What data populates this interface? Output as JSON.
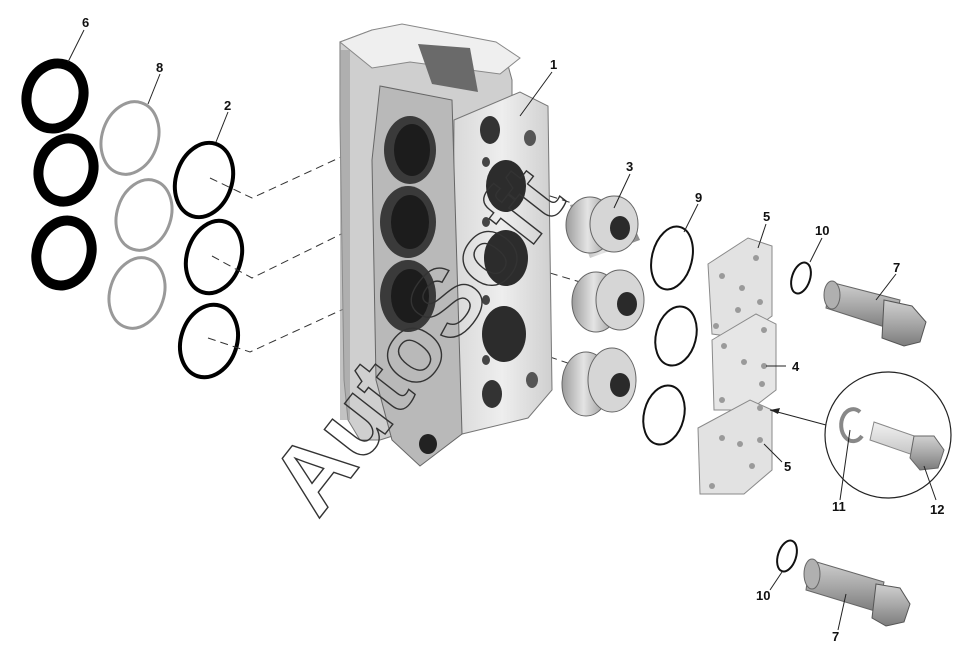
{
  "watermark": "AutoSoft",
  "callouts": [
    {
      "id": "c1",
      "label": "1"
    },
    {
      "id": "c2",
      "label": "2"
    },
    {
      "id": "c3",
      "label": "3"
    },
    {
      "id": "c4",
      "label": "4"
    },
    {
      "id": "c5a",
      "label": "5"
    },
    {
      "id": "c5b",
      "label": "5"
    },
    {
      "id": "c6",
      "label": "6"
    },
    {
      "id": "c7a",
      "label": "7"
    },
    {
      "id": "c7b",
      "label": "7"
    },
    {
      "id": "c8",
      "label": "8"
    },
    {
      "id": "c9",
      "label": "9"
    },
    {
      "id": "c10a",
      "label": "10"
    },
    {
      "id": "c10b",
      "label": "10"
    },
    {
      "id": "c11",
      "label": "11"
    },
    {
      "id": "c12",
      "label": "12"
    }
  ],
  "colors": {
    "metal_light": "#e6e6e6",
    "metal_mid": "#bdbdbd",
    "metal_dark": "#7a7a7a",
    "ring_black": "#000000",
    "ring_grey": "#9a9a9a"
  }
}
